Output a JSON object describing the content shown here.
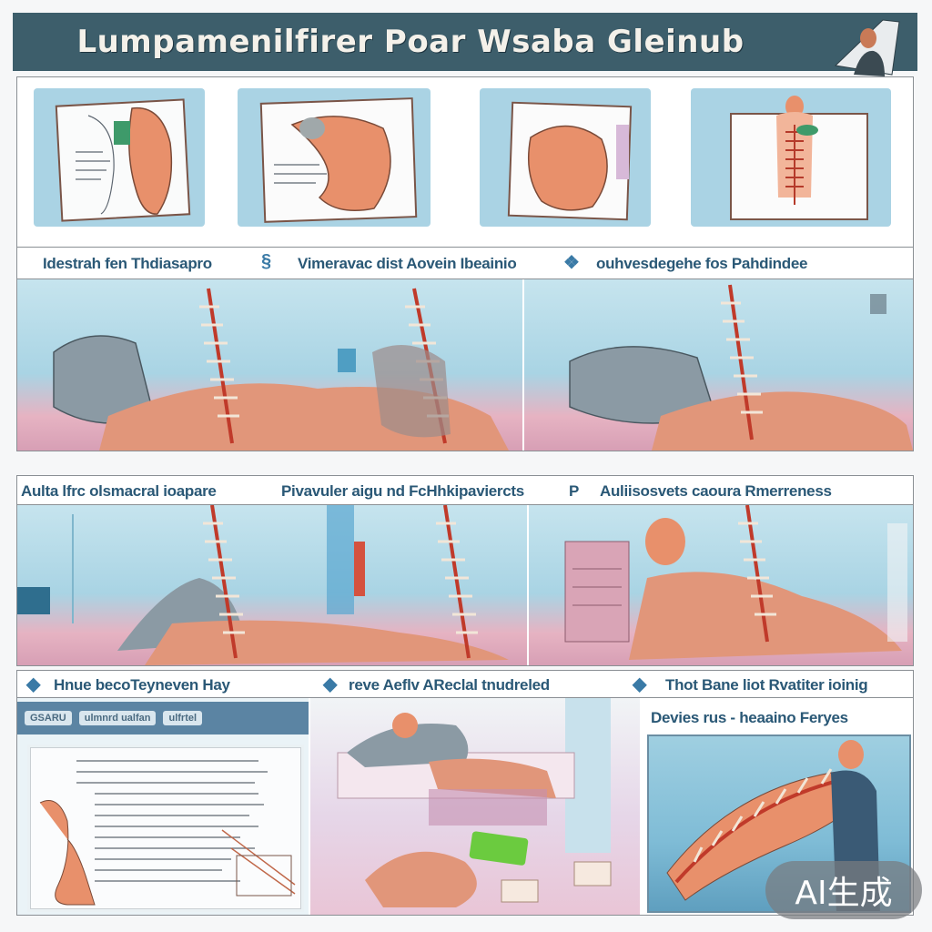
{
  "header": {
    "title": "Lumpamenilfirer Poar Wsaba Gleinub"
  },
  "row1": {
    "panels": [
      "panel-1",
      "panel-2",
      "panel-3",
      "panel-4"
    ]
  },
  "captions": {
    "row2_left": "Idestrah fen Thdiasapro",
    "row2_mid": "Vimeravac dist Aovein Ibeainio",
    "row2_right": "ouhvesdegehe fos Pahdindee",
    "row3_left": "Aulta lfrc olsmacral ioapare",
    "row3_mid": "Pivavuler aigu nd FcHhkipaviercts",
    "row3_mid_tag": "P",
    "row3_right": "Auliisosvets caoura Rmerreness",
    "row4_left": "Hnue becoTeyneven Hay",
    "row4_mid": "reve Aeflv AReclal tnudreled",
    "row4_right": "Thot Bane liot Rvatiter ioinig",
    "row4_right_sub": "Devies rus - heaaino Feryes"
  },
  "row4_left_panel": {
    "header_label": "GSARU",
    "tags": [
      "ulmnrd ualfan",
      "ulfrtel"
    ]
  },
  "watermark": {
    "label": "AI生成"
  },
  "colors": {
    "title_bar": "#3d5e6b",
    "caption": "#2a5876",
    "sky": "#a9d4e4",
    "floor": "#d79fb5",
    "skin": "#e8906b"
  }
}
